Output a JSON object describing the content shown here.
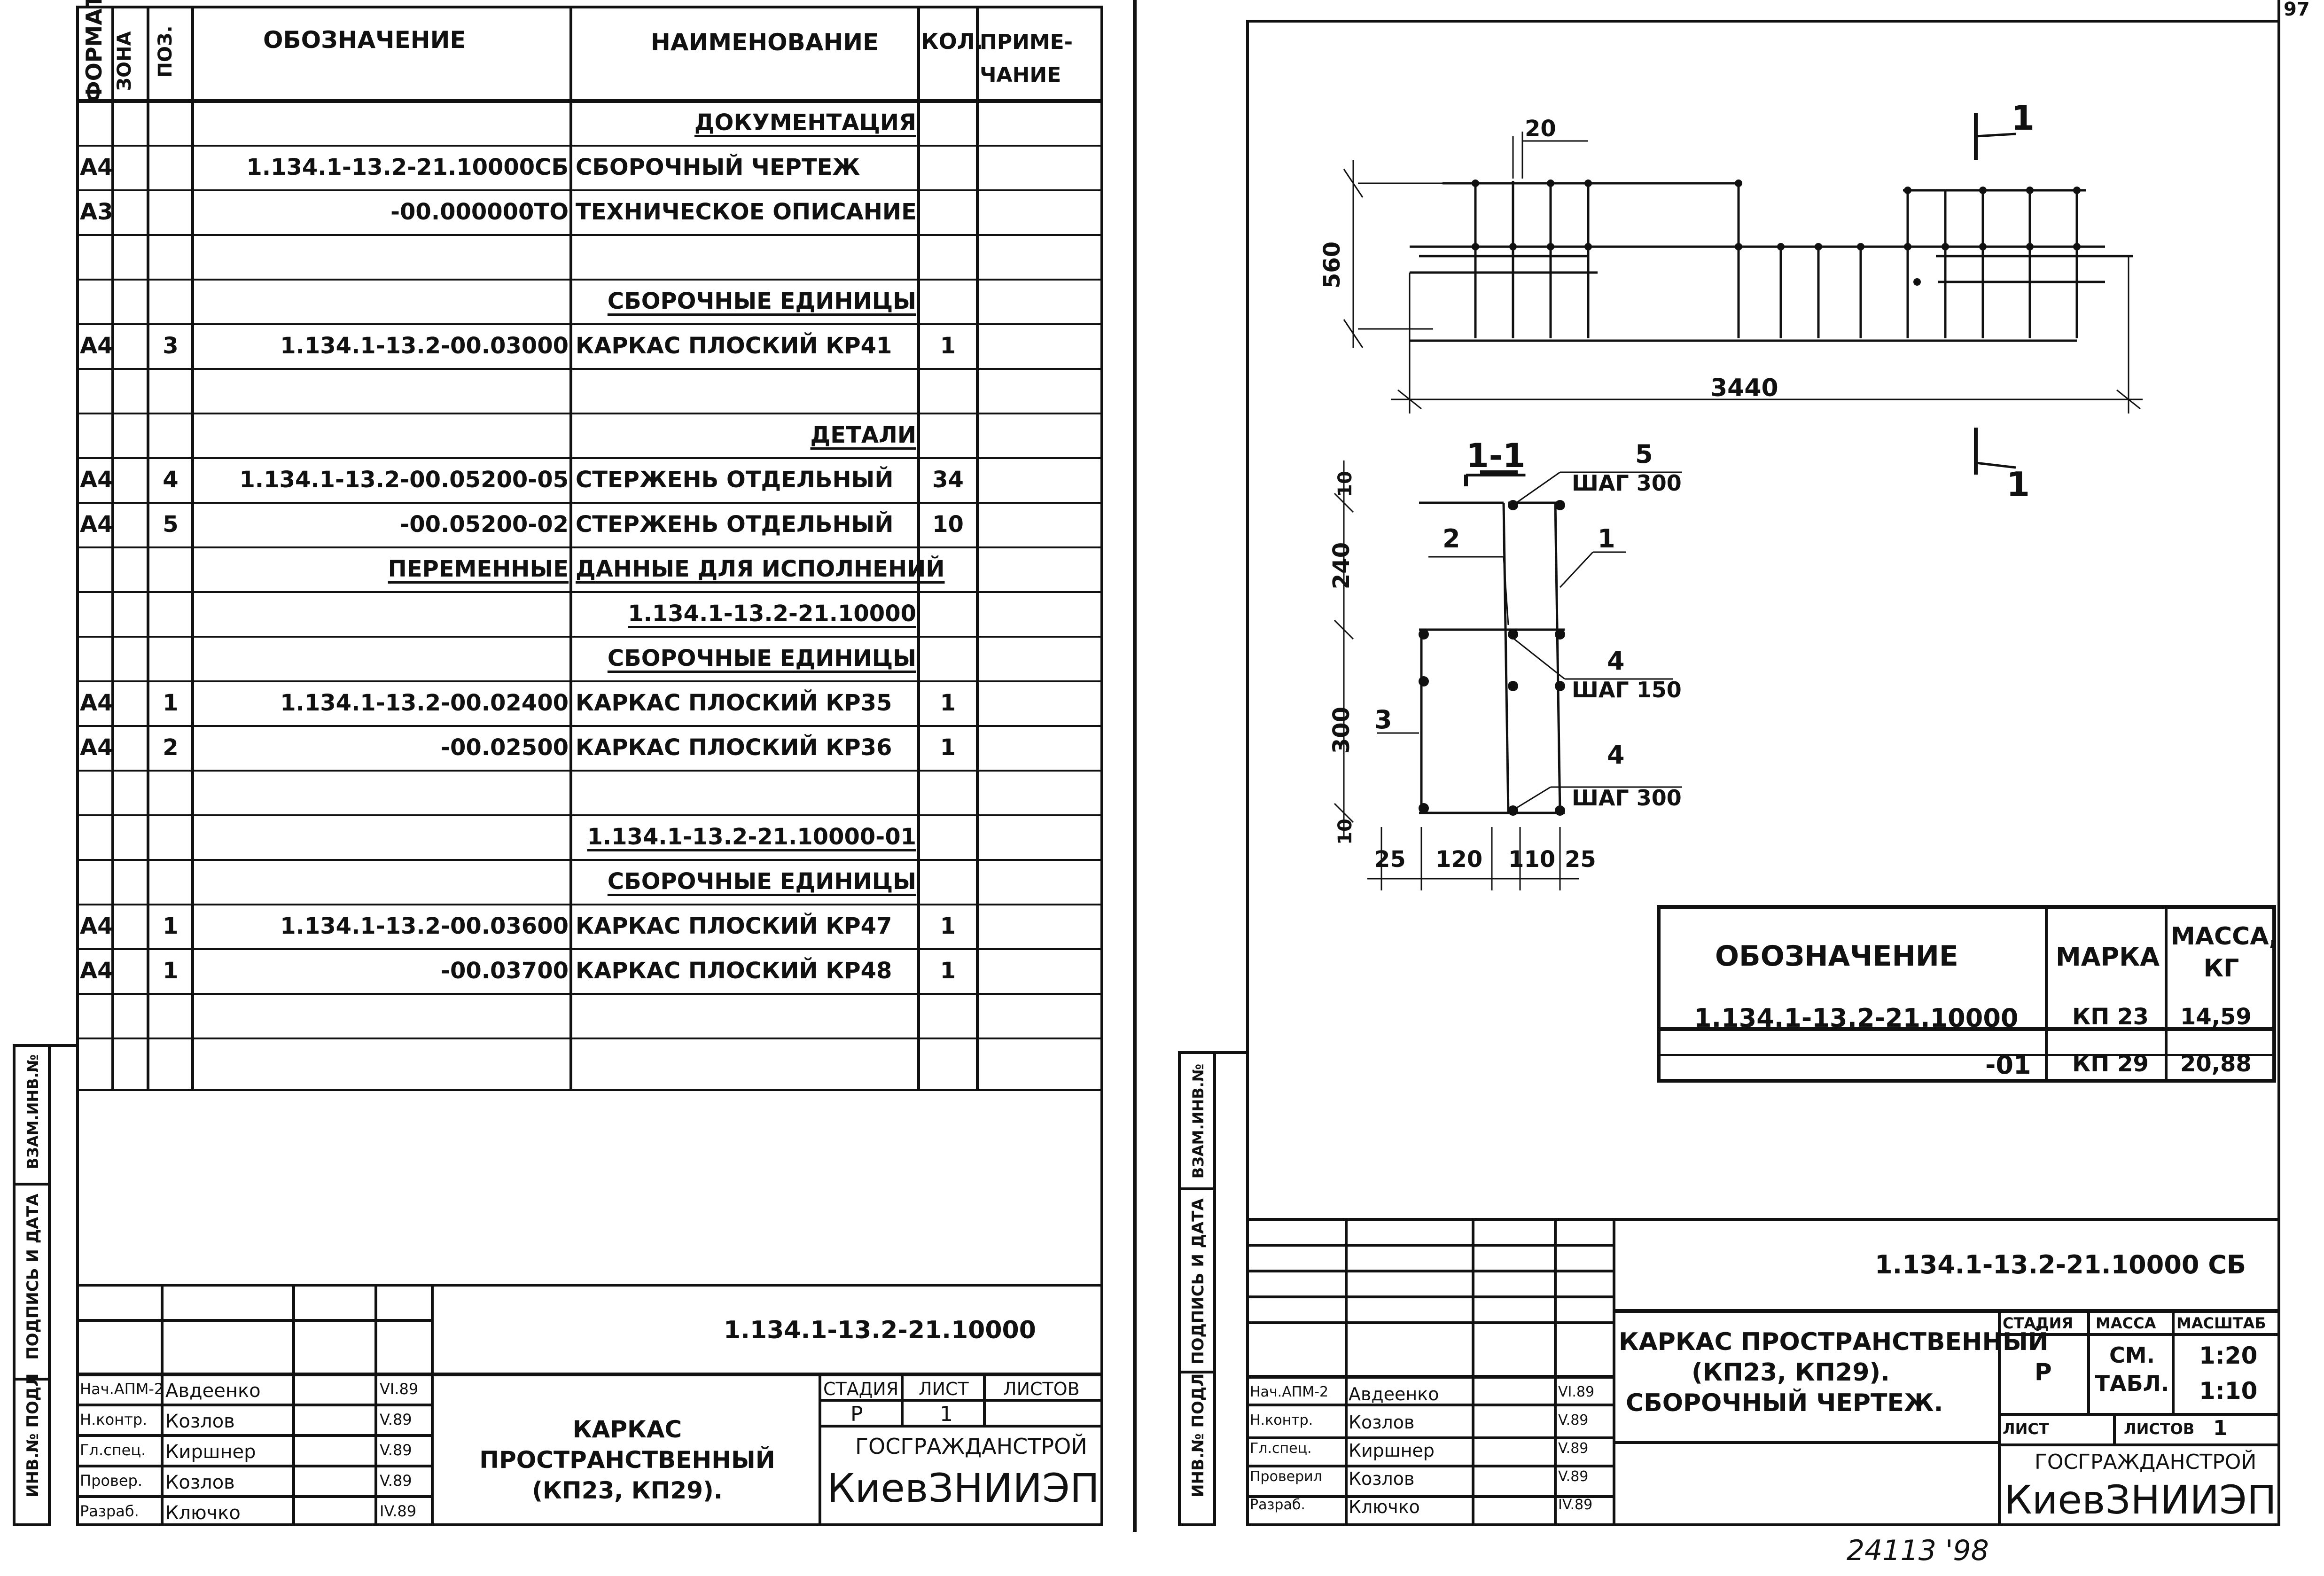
{
  "corner_number": "97",
  "page_bottom_note": "24113 '98",
  "left_sheet": {
    "headers": {
      "format": "ФОРМАТ",
      "zone": "ЗОНА",
      "pos": "ПОЗ.",
      "designation": "ОБОЗНАЧЕНИЕ",
      "name": "НАИМЕНОВАНИЕ",
      "qty": "КОЛ.",
      "note": "ПРИМЕ-ЧАНИЕ"
    },
    "rows": [
      {
        "format": "",
        "pos": "",
        "designation": "",
        "name": "ДОКУМЕНТАЦИЯ",
        "qty": "",
        "section": true
      },
      {
        "format": "А4",
        "pos": "",
        "designation": "1.134.1-13.2-21.10000СБ",
        "name": "СБОРОЧНЫЙ ЧЕРТЕЖ",
        "qty": ""
      },
      {
        "format": "А3",
        "pos": "",
        "designation": "-00.000000ТО",
        "name": "ТЕХНИЧЕСКОЕ ОПИСАНИЕ",
        "qty": ""
      },
      {
        "format": "",
        "pos": "",
        "designation": "",
        "name": "",
        "qty": ""
      },
      {
        "format": "",
        "pos": "",
        "designation": "",
        "name": "СБОРОЧНЫЕ ЕДИНИЦЫ",
        "qty": "",
        "section": true
      },
      {
        "format": "А4",
        "pos": "3",
        "designation": "1.134.1-13.2-00.03000",
        "name": "КАРКАС ПЛОСКИЙ КР41",
        "qty": "1"
      },
      {
        "format": "",
        "pos": "",
        "designation": "",
        "name": "",
        "qty": ""
      },
      {
        "format": "",
        "pos": "",
        "designation": "",
        "name": "ДЕТАЛИ",
        "qty": "",
        "section": true
      },
      {
        "format": "А4",
        "pos": "4",
        "designation": "1.134.1-13.2-00.05200-05",
        "name": "СТЕРЖЕНЬ ОТДЕЛЬНЫЙ",
        "qty": "34"
      },
      {
        "format": "А4",
        "pos": "5",
        "designation": "-00.05200-02",
        "name": "СТЕРЖЕНЬ ОТДЕЛЬНЫЙ",
        "qty": "10"
      },
      {
        "format": "",
        "pos": "",
        "designation": "ПЕРЕМЕННЫЕ",
        "name": "ДАННЫЕ ДЛЯ ИСПОЛНЕНИЙ",
        "qty": "",
        "section": true
      },
      {
        "format": "",
        "pos": "",
        "designation": "",
        "name": "1.134.1-13.2-21.10000",
        "qty": "",
        "section": true
      },
      {
        "format": "",
        "pos": "",
        "designation": "",
        "name": "СБОРОЧНЫЕ ЕДИНИЦЫ",
        "qty": "",
        "section": true
      },
      {
        "format": "А4",
        "pos": "1",
        "designation": "1.134.1-13.2-00.02400",
        "name": "КАРКАС ПЛОСКИЙ КР35",
        "qty": "1"
      },
      {
        "format": "А4",
        "pos": "2",
        "designation": "-00.02500",
        "name": "КАРКАС ПЛОСКИЙ КР36",
        "qty": "1"
      },
      {
        "format": "",
        "pos": "",
        "designation": "",
        "name": "",
        "qty": ""
      },
      {
        "format": "",
        "pos": "",
        "designation": "",
        "name": "1.134.1-13.2-21.10000-01",
        "qty": "",
        "section": true
      },
      {
        "format": "",
        "pos": "",
        "designation": "",
        "name": "СБОРОЧНЫЕ ЕДИНИЦЫ",
        "qty": "",
        "section": true
      },
      {
        "format": "А4",
        "pos": "1",
        "designation": "1.134.1-13.2-00.03600",
        "name": "КАРКАС ПЛОСКИЙ КР47",
        "qty": "1"
      },
      {
        "format": "А4",
        "pos": "1",
        "designation": "-00.03700",
        "name": "КАРКАС ПЛОСКИЙ КР48",
        "qty": "1"
      }
    ],
    "side_labels": [
      "ИНВ.№ ПОДЛ",
      "ПОДПИСЬ И ДАТА",
      "ВЗАМ.ИНВ.№"
    ],
    "title_block": {
      "doc_code": "1.134.1-13.2-21.10000",
      "title": "КАРКАС ПРОСТРАНСТВЕННЫЙ (КП23, КП29).",
      "stage_label": "СТАДИЯ",
      "sheet_label": "ЛИСТ",
      "sheets_label": "ЛИСТОВ",
      "stage": "Р",
      "sheet": "1",
      "org1": "ГОСГРАЖДАНСТРОЙ",
      "org2": "КиевЗНИИЭП",
      "people": [
        {
          "role": "Нач.АПМ-2",
          "name": "Авдеенко",
          "date": "VI.89"
        },
        {
          "role": "Н.контр.",
          "name": "Козлов",
          "date": "V.89"
        },
        {
          "role": "Гл.спец.",
          "name": "Киршнер",
          "date": "V.89"
        },
        {
          "role": "Провер.",
          "name": "Козлов",
          "date": "V.89"
        },
        {
          "role": "Разраб.",
          "name": "Ключко",
          "date": "IV.89"
        }
      ]
    }
  },
  "right_sheet": {
    "drawing": {
      "dim_top_20": "20",
      "dim_height_560": "560",
      "dim_length_3440": "3440",
      "section_mark_1": "1",
      "section_title": "1-1",
      "dim_10_top": "10",
      "dim_240": "240",
      "dim_300": "300",
      "dim_10_bottom": "10",
      "dim_25_left": "25",
      "dim_120": "120",
      "dim_110": "110",
      "dim_25_right": "25",
      "callouts": [
        {
          "num": "5",
          "label": "ШАГ 300"
        },
        {
          "num": "2",
          "label": ""
        },
        {
          "num": "1",
          "label": ""
        },
        {
          "num": "4",
          "label": "ШАГ 150"
        },
        {
          "num": "3",
          "label": ""
        },
        {
          "num": "4",
          "label": "ШАГ 300"
        }
      ]
    },
    "mass_table": {
      "headers": [
        "ОБОЗНАЧЕНИЕ",
        "МАРКА",
        "МАССА, КГ"
      ],
      "rows": [
        [
          "1.134.1-13.2-21.10000",
          "КП 23",
          "14,59"
        ],
        [
          "-01",
          "КП 29",
          "20,88"
        ]
      ]
    },
    "side_labels": [
      "ИНВ.№ ПОДЛ",
      "ПОДПИСЬ И ДАТА",
      "ВЗАМ.ИНВ.№"
    ],
    "title_block": {
      "doc_code": "1.134.1-13.2-21.10000 СБ",
      "title_line1": "КАРКАС ПРОСТРАНСТВЕННЫЙ",
      "title_line2": "(КП23, КП29).",
      "title_line3": "СБОРОЧНЫЙ ЧЕРТЕЖ.",
      "stage_label": "СТАДИЯ",
      "mass_label": "МАССА",
      "scale_label": "МАСШТАБ",
      "stage": "Р",
      "mass_value": "СМ. ТАБЛ.",
      "scale1": "1:20",
      "scale2": "1:10",
      "sheet_label": "ЛИСТ",
      "sheets_label": "ЛИСТОВ",
      "sheets": "1",
      "org1": "ГОСГРАЖДАНСТРОЙ",
      "org2": "КиевЗНИИЭП",
      "people": [
        {
          "role": "Нач.АПМ-2",
          "name": "Авдеенко",
          "date": "VI.89"
        },
        {
          "role": "Н.контр.",
          "name": "Козлов",
          "date": "V.89"
        },
        {
          "role": "Гл.спец.",
          "name": "Киршнер",
          "date": "V.89"
        },
        {
          "role": "Проверил",
          "name": "Козлов",
          "date": "V.89"
        },
        {
          "role": "Разраб.",
          "name": "Ключко",
          "date": "IV.89"
        }
      ]
    }
  }
}
